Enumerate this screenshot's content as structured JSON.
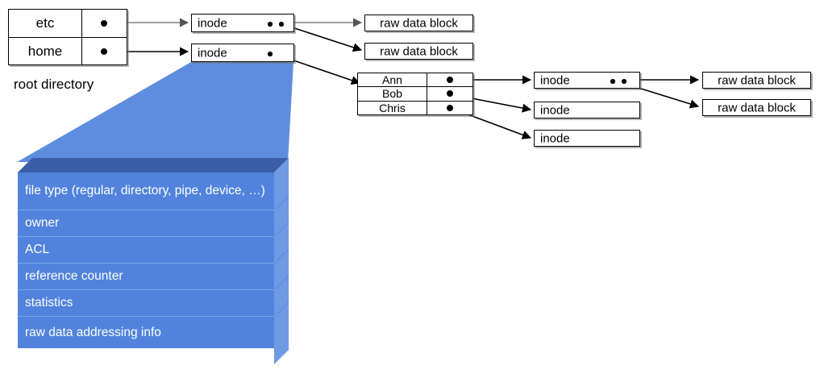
{
  "diagram": {
    "title": "unix-inode-filesystem-diagram",
    "colors": {
      "stack_front": "#5183dd",
      "stack_top": "#3a5ea8",
      "stack_side": "#6f9ae4",
      "funnel": "#5e8de0",
      "line": "#000000",
      "gray_line": "#808080",
      "box_border": "#000000",
      "box_fill": "#ffffff",
      "text": "#000000",
      "stack_text": "#ffffff"
    },
    "root_directory": {
      "caption": "root directory",
      "rows": [
        {
          "name": "etc",
          "pointer": "●"
        },
        {
          "name": "home",
          "pointer": "●"
        }
      ]
    },
    "top_inodes": [
      {
        "label": "inode",
        "dots": 2
      },
      {
        "label": "inode",
        "dots": 1
      }
    ],
    "top_raw_blocks": [
      {
        "label": "raw data block"
      },
      {
        "label": "raw data block"
      }
    ],
    "home_directory": {
      "rows": [
        {
          "name": "Ann",
          "pointer": "●"
        },
        {
          "name": "Bob",
          "pointer": "●"
        },
        {
          "name": "Chris",
          "pointer": "●"
        }
      ]
    },
    "right_inodes": [
      {
        "label": "inode",
        "dots": 2
      },
      {
        "label": "inode",
        "dots": 0
      },
      {
        "label": "inode",
        "dots": 0
      }
    ],
    "right_raw_blocks": [
      {
        "label": "raw data block"
      },
      {
        "label": "raw data block"
      }
    ],
    "inode_detail_stack": {
      "rows": [
        {
          "label": "file type (regular, directory, pipe, device, …)"
        },
        {
          "label": "owner"
        },
        {
          "label": "ACL"
        },
        {
          "label": "reference counter"
        },
        {
          "label": "statistics"
        },
        {
          "label": "raw data addressing info"
        }
      ]
    }
  }
}
